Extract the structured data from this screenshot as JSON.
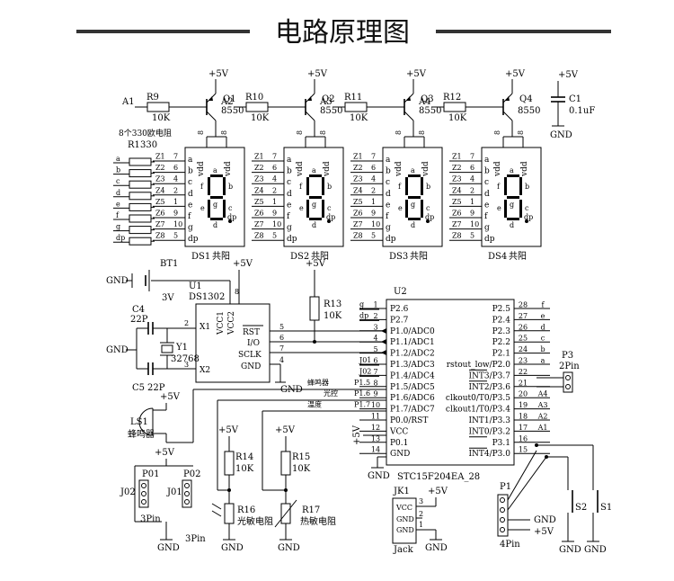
{
  "title": "电路原理图",
  "power": {
    "vcc": "+5V",
    "gnd": "GND"
  },
  "digit_drivers": [
    {
      "input": "A1",
      "resistor": "R9",
      "value": "10K",
      "transistor": "Q1",
      "type": "8550",
      "display": "DS1"
    },
    {
      "input": "A2",
      "resistor": "R10",
      "value": "10K",
      "transistor": "Q2",
      "type": "8550",
      "display": "DS2"
    },
    {
      "input": "A3",
      "resistor": "R11",
      "value": "10K",
      "transistor": "Q3",
      "type": "8550",
      "display": "DS3"
    },
    {
      "input": "A4",
      "resistor": "R12",
      "value": "10K",
      "transistor": "Q4",
      "type": "8550",
      "display": "DS4"
    }
  ],
  "display_suffix": "共阳",
  "segment_pins": [
    "a",
    "b",
    "c",
    "d",
    "e",
    "f",
    "g",
    "dp"
  ],
  "segment_pin_numbers": [
    "7",
    "6",
    "4",
    "2",
    "1",
    "9",
    "10",
    "5"
  ],
  "z_labels": [
    "Z1",
    "Z2",
    "Z3",
    "Z4",
    "Z5",
    "Z6",
    "Z7",
    "Z8"
  ],
  "display_seg_letters": {
    "a": "a",
    "b": "b",
    "c": "c",
    "d": "d",
    "e": "e",
    "f": "f",
    "g": "g",
    "dp": "dp"
  },
  "vdd_label": "vdd",
  "com_pin": "8",
  "resistor_array": {
    "note": "8个330欧电阻",
    "name": "R1",
    "value": "330"
  },
  "cap_c1": {
    "name": "C1",
    "value": "0.1uF"
  },
  "rtc": {
    "name": "U1",
    "part": "DS1302",
    "battery": "BT1",
    "battery_v": "3V",
    "pins": {
      "vcc1": "VCC1",
      "vcc2": "VCC2",
      "x1": "X1",
      "x2": "X2",
      "rst": "RST",
      "io": "I/O",
      "sclk": "SCLK",
      "gnd": "GND"
    },
    "pin_numbers": {
      "x1": "2",
      "x2": "3",
      "rst": "5",
      "io": "6",
      "sclk": "7",
      "gnd": "4",
      "vcc": "8"
    }
  },
  "crystal": {
    "c4": "C4",
    "c4v": "22P",
    "c5": "C5",
    "c5v": "22P",
    "y": "Y1",
    "yv": "32768"
  },
  "r13": {
    "name": "R13",
    "value": "10K"
  },
  "mcu": {
    "name": "U2",
    "part": "STC15F204EA_28",
    "left": [
      {
        "n": "1",
        "l": "P2.6",
        "net": "g"
      },
      {
        "n": "2",
        "l": "P2.7",
        "net": "dp"
      },
      {
        "n": "3",
        "l": "P1.0/ADC0",
        "net": ""
      },
      {
        "n": "4",
        "l": "P1.1/ADC1",
        "net": ""
      },
      {
        "n": "5",
        "l": "P1.2/ADC2",
        "net": ""
      },
      {
        "n": "6",
        "l": "P1.3/ADC3",
        "net": "J01"
      },
      {
        "n": "7",
        "l": "P1.4/ADC4",
        "net": "J02"
      },
      {
        "n": "8",
        "l": "P1.5/ADC5",
        "net": "蜂鸣器"
      },
      {
        "n": "9",
        "l": "P1.6/ADC6",
        "net": "光控"
      },
      {
        "n": "10",
        "l": "P1.7/ADC7",
        "net": "温度"
      },
      {
        "n": "11",
        "l": "P0.0/RST",
        "net": ""
      },
      {
        "n": "12",
        "l": "VCC",
        "net": "+5V"
      },
      {
        "n": "13",
        "l": "P0.1",
        "net": ""
      },
      {
        "n": "14",
        "l": "GND",
        "net": "GND"
      }
    ],
    "pin_aliases": [
      "P1.5",
      "P1.6",
      "P1.7"
    ],
    "right": [
      {
        "n": "28",
        "l": "P2.5",
        "net": "f"
      },
      {
        "n": "27",
        "l": "P2.4",
        "net": "e"
      },
      {
        "n": "26",
        "l": "P2.3",
        "net": "d"
      },
      {
        "n": "25",
        "l": "P2.2",
        "net": "c"
      },
      {
        "n": "24",
        "l": "P2.1",
        "net": "b"
      },
      {
        "n": "23",
        "l": "rstout_low/P2.0",
        "net": "a"
      },
      {
        "n": "22",
        "l": "INT3/P3.7",
        "net": ""
      },
      {
        "n": "21",
        "l": "INT2/P3.6",
        "net": ""
      },
      {
        "n": "20",
        "l": "clkout0/T0/P3.5",
        "net": "A4"
      },
      {
        "n": "19",
        "l": "clkout1/T0/P3.4",
        "net": "A3"
      },
      {
        "n": "18",
        "l": "INT1/P3.3",
        "net": "A2"
      },
      {
        "n": "17",
        "l": "INT0/P3.2",
        "net": "A1"
      },
      {
        "n": "16",
        "l": "P3.1",
        "net": ""
      },
      {
        "n": "15",
        "l": "INT4/P3.0",
        "net": ""
      }
    ]
  },
  "p3": {
    "name": "P3",
    "type": "2Pin"
  },
  "buzzer": {
    "name": "LS1",
    "label": "蜂鸣器"
  },
  "r14": {
    "name": "R14",
    "value": "10K"
  },
  "r15": {
    "name": "R15",
    "value": "10K"
  },
  "r16": {
    "name": "R16",
    "label": "光敏电阻"
  },
  "r17": {
    "name": "R17",
    "label": "热敏电阻"
  },
  "headers": {
    "p01": "P01",
    "p02": "P02",
    "j02": "J02",
    "j01": "J01",
    "pins3": "3Pin",
    "pins3b": "3Pin"
  },
  "jack": {
    "name": "JK1",
    "label": "Jack",
    "pins": [
      "VCC",
      "GND",
      "GND"
    ],
    "nums": [
      "3",
      "2",
      "1"
    ]
  },
  "p1": {
    "name": "P1",
    "type": "4Pin"
  },
  "switches": {
    "s1": "S1",
    "s2": "S2"
  }
}
